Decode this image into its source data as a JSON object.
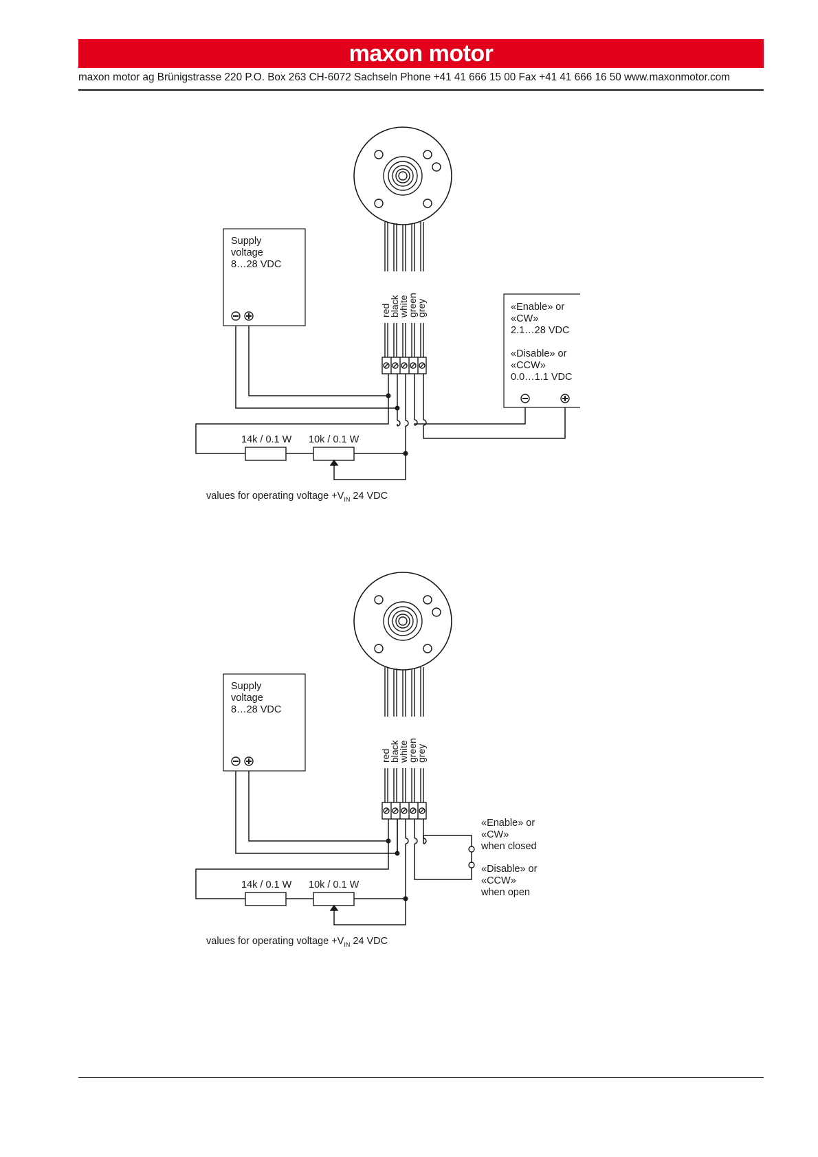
{
  "header": {
    "brand": "maxon motor",
    "address": "maxon motor ag Brünigstrasse 220 P.O. Box 263 CH-6072 Sachseln Phone +41 41 666 15 00 Fax +41 41 666 16 50 www.maxonmotor.com",
    "brand_color": "#e2001a"
  },
  "diagram_common": {
    "wire_colors": [
      "red",
      "black",
      "white",
      "green",
      "grey"
    ],
    "supply": {
      "line1": "Supply",
      "line2": "voltage",
      "line3": "8…28 VDC"
    },
    "resistor_1": "14k / 0.1 W",
    "resistor_2": "10k / 0.1 W",
    "note_prefix": "values for operating voltage +V",
    "note_sub": "IN",
    "note_suffix": " 24 VDC"
  },
  "diagram_1": {
    "control_box": {
      "line1": "«Enable» or",
      "line2": "«CW»",
      "line3": "2.1…28 VDC",
      "line4": "«Disable» or",
      "line5": "«CCW»",
      "line6": "0.0…1.1 VDC"
    }
  },
  "diagram_2": {
    "switch": {
      "line1": "«Enable» or",
      "line2": "«CW»",
      "line3": "when closed",
      "line4": "«Disable» or",
      "line5": "«CCW»",
      "line6": "when open"
    }
  }
}
